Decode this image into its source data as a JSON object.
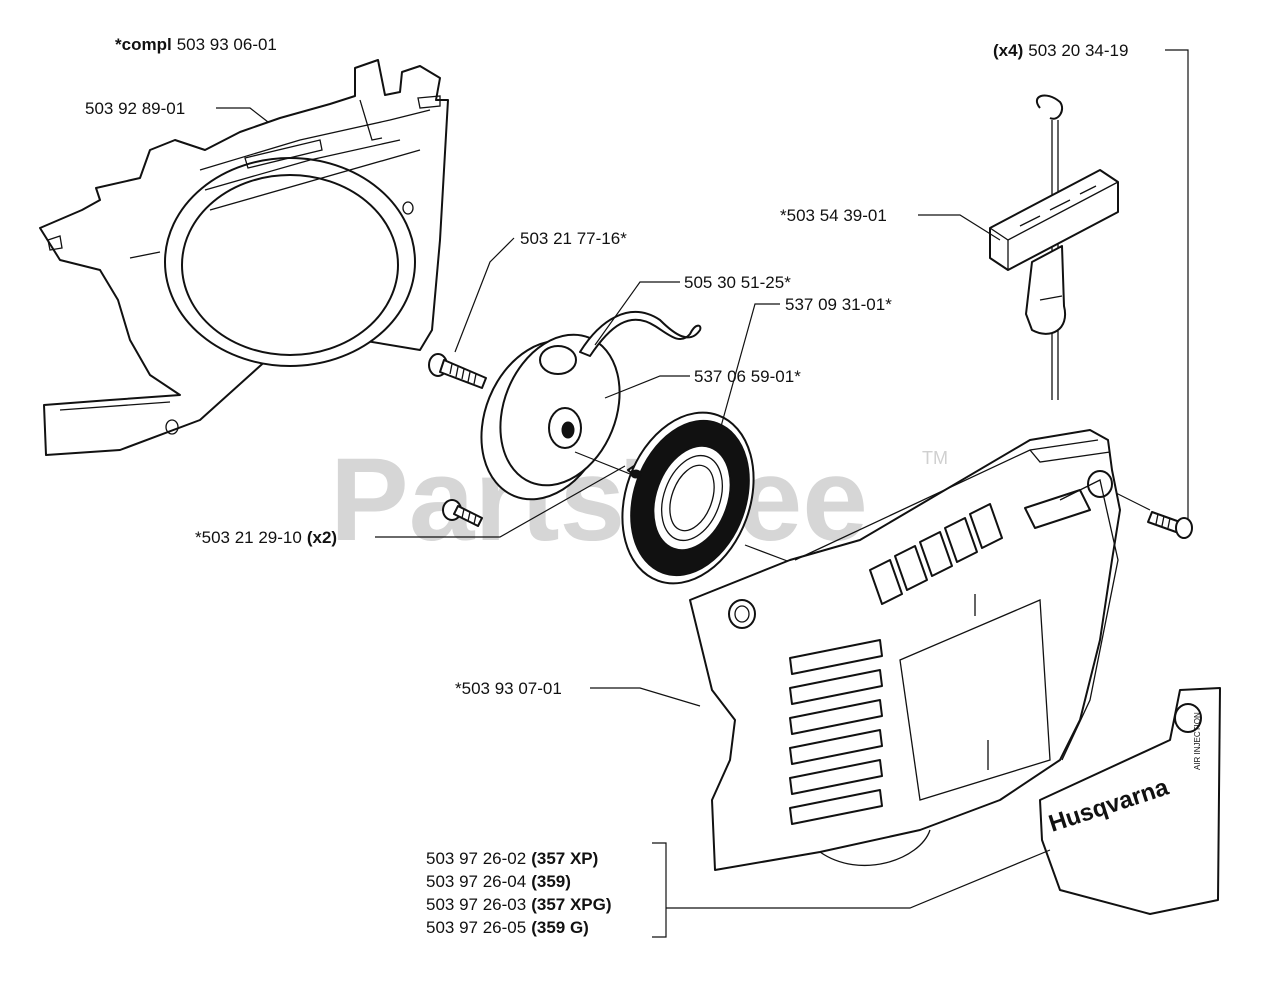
{
  "watermark": {
    "text": "PartsTree",
    "trademark": "TM"
  },
  "labels": {
    "compl": {
      "prefix": "*compl",
      "number": "503 93 06-01"
    },
    "housing": "503 92 89-01",
    "screw_pulley": "503 21 77-16*",
    "cord": "505 30 51-25*",
    "pulley": "537 06 59-01*",
    "spring": "537 09 31-01*",
    "screw_small": {
      "number": "*503 21 29-10",
      "qty": "(x2)"
    },
    "handle": "*503 54 39-01",
    "screw_cover": {
      "qty": "(x4)",
      "number": "503 20 34-19"
    },
    "cover": "*503 93 07-01"
  },
  "decals": [
    {
      "number": "503 97 26-02",
      "model": "(357 XP)"
    },
    {
      "number": "503 97 26-04",
      "model": "(359)"
    },
    {
      "number": "503 97 26-03",
      "model": "(357 XPG)"
    },
    {
      "number": "503 97 26-05",
      "model": "(359 G)"
    }
  ],
  "decal_brand": "Husqvarna",
  "decal_small_text": "AIR INJECTION"
}
